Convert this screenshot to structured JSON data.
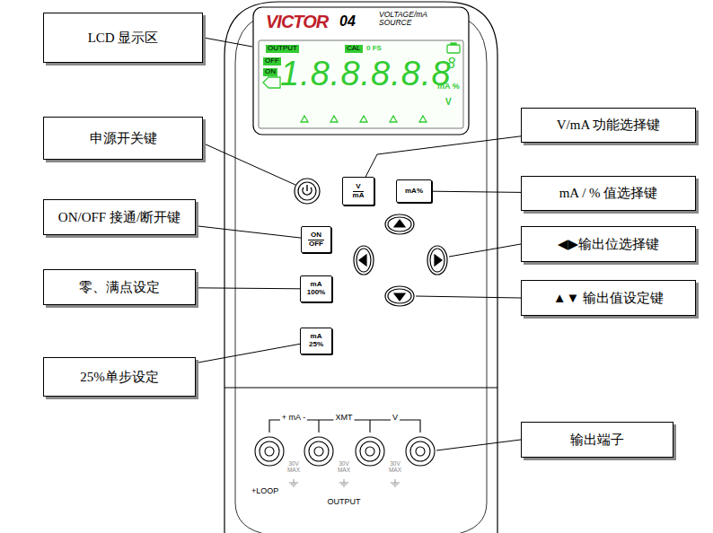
{
  "diagram": {
    "nodes": [
      {
        "text": [
          "LCD 显示区"
        ]
      },
      {
        "text": [
          "V/mA 功能选择键"
        ]
      },
      {
        "text": [
          "申源开关键"
        ]
      },
      {
        "text": [
          "mA / % 值选择键"
        ]
      },
      {
        "text": [
          "ON/OFF 接通/断开键"
        ]
      },
      {
        "text": [
          "◀▶输出位选择键"
        ]
      },
      {
        "text": [
          "零、满点设定"
        ]
      },
      {
        "text": [
          "▲▼ 输出值设定键"
        ]
      },
      {
        "text": [
          "25%单步设定"
        ]
      },
      {
        "text": [
          "输出端子"
        ]
      },
      {
        "text": [
          "V",
          "mA"
        ]
      },
      {
        "text": [
          "mA%"
        ]
      },
      {
        "text": [
          "ON",
          "OFF"
        ]
      },
      {
        "text": [
          "mA 100%"
        ]
      },
      {
        "text": [
          "mA 25%"
        ]
      }
    ],
    "edges": [
      {
        "from": 1,
        "to": 10,
        "arrow": "none"
      },
      {
        "from": 3,
        "to": 11,
        "arrow": "none"
      },
      {
        "from": 4,
        "to": 12,
        "arrow": "none"
      },
      {
        "from": 6,
        "to": 13,
        "arrow": "none"
      },
      {
        "from": 8,
        "to": 14,
        "arrow": "none"
      }
    ],
    "labels": [
      "VICTOR",
      "04",
      "VOLTAGE/mA SOURCE",
      "OUTPUT",
      "CAL",
      "0 FS",
      "OFF",
      "ON",
      "1.8.8.8.8.8",
      "8",
      "mA %",
      "V",
      "+ mA -",
      "XMT",
      "V",
      "30V MAX",
      "30V MAX",
      "30V MAX",
      "+LOOP",
      "OUTPUT"
    ]
  }
}
